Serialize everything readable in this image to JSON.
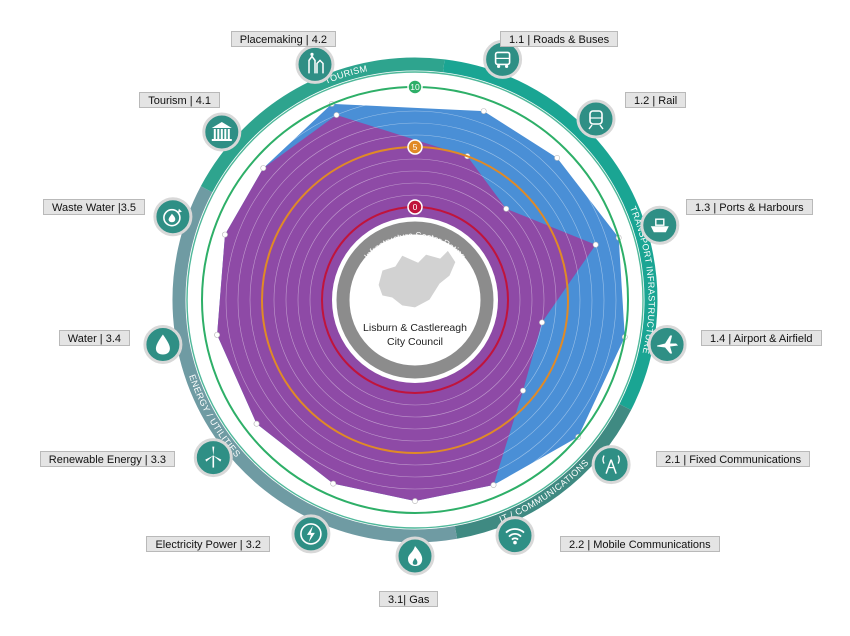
{
  "center": {
    "rating_caption": "Infrastructure Sector Rating",
    "line1": "Lisburn & Castlereagh",
    "line2": "City Council"
  },
  "scale_markers": [
    "0",
    "5",
    "10"
  ],
  "rings": [
    "TRANSPORT INFRASTRUCTURE",
    "IT / COMMUNICATIONS",
    "ENERGY / UTILITIES",
    "TOURISM"
  ],
  "sectors": [
    {
      "label": "1.1 | Roads & Buses",
      "icon": "bus-icon"
    },
    {
      "label": "1.2 | Rail",
      "icon": "train-icon"
    },
    {
      "label": "1.3 | Ports & Harbours",
      "icon": "ship-icon"
    },
    {
      "label": "1.4 | Airport & Airfield",
      "icon": "airplane-icon"
    },
    {
      "label": "2.1 | Fixed Communications",
      "icon": "antenna-icon"
    },
    {
      "label": "2.2 | Mobile Communications",
      "icon": "wifi-icon"
    },
    {
      "label": "3.1| Gas",
      "icon": "flame-icon"
    },
    {
      "label": "Electricity Power | 3.2",
      "icon": "lightning-icon"
    },
    {
      "label": "Renewable Energy | 3.3",
      "icon": "wind-turbine-icon"
    },
    {
      "label": "Water | 3.4",
      "icon": "water-drop-icon"
    },
    {
      "label": "Waste Water |3.5",
      "icon": "waste-water-icon"
    },
    {
      "label": "Tourism | 4.1",
      "icon": "museum-icon"
    },
    {
      "label": "Placemaking | 4.2",
      "icon": "placemaking-icon"
    }
  ],
  "series": [
    {
      "values": [
        9,
        9,
        10,
        10,
        10,
        9,
        9,
        9,
        9,
        9,
        9,
        9,
        10
      ],
      "color": "#4a8fd6"
    },
    {
      "values": [
        5,
        3,
        8,
        3,
        4,
        9,
        9,
        9,
        9,
        9,
        9,
        9,
        9
      ],
      "color": "#8e4aa6"
    }
  ],
  "colors": {
    "transport": "#1aa593",
    "it": "#3f8a82",
    "energy": "#6f9ba3",
    "tourism": "#2ea48e",
    "inner_ring": "#8c8c8c",
    "icon_fill": "#2f8f85"
  }
}
